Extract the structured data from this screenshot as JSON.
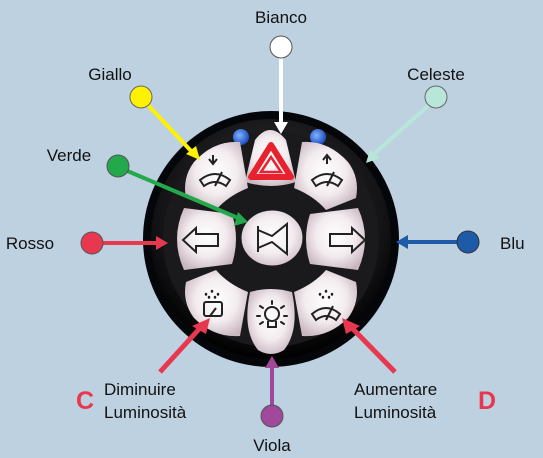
{
  "labels": {
    "bianco": "Bianco",
    "giallo": "Giallo",
    "celeste": "Celeste",
    "verde": "Verde",
    "rosso": "Rosso",
    "blu": "Blu",
    "viola": "Viola",
    "diminuire_1": "Diminuire",
    "diminuire_2": "Luminosità",
    "aumentare_1": "Aumentare",
    "aumentare_2": "Luminosità",
    "letter_c": "C",
    "letter_d": "D"
  },
  "colors": {
    "background": "#bed1e0",
    "bianco": "#ffffff",
    "giallo": "#fff200",
    "celeste": "#b8e6d9",
    "verde": "#23a84b",
    "rosso": "#e8384f",
    "blu": "#1d5aa8",
    "viola": "#a0489a",
    "letters": "#e8384f",
    "hazard": "#e8212e",
    "led": "#1f4fbf"
  },
  "icons": {
    "top": "hazard-warning-icon",
    "upper_left": "rear-wiper-down-icon",
    "upper_right": "front-wiper-up-icon",
    "left": "left-arrow-icon",
    "center": "horn-icon",
    "right": "right-arrow-icon",
    "lower_left": "rear-washer-icon",
    "bottom": "light-bulb-icon",
    "lower_right": "front-washer-icon"
  }
}
